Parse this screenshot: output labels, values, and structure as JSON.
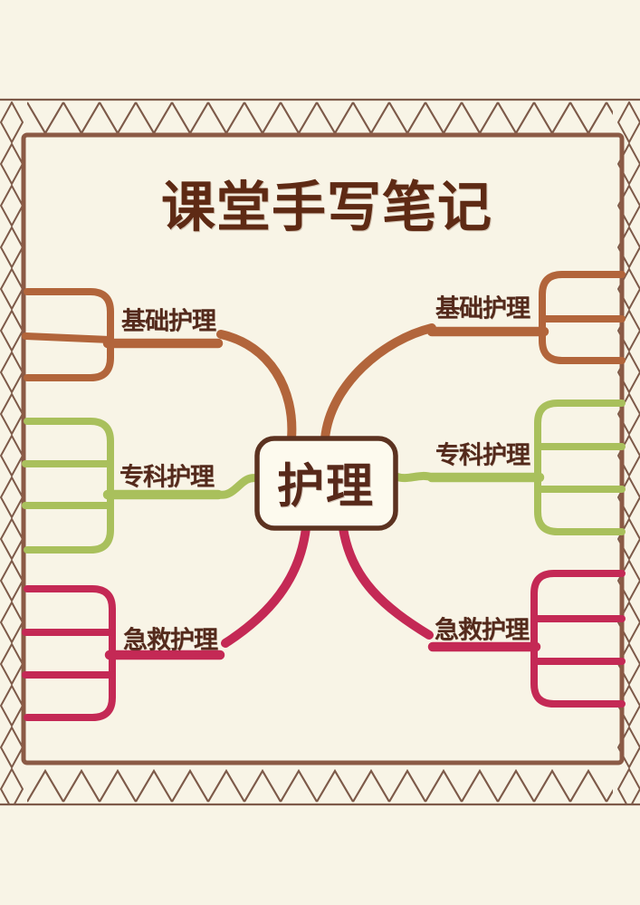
{
  "page": {
    "title": "课堂手写笔记"
  },
  "mindmap": {
    "center": {
      "label": "护理"
    },
    "branches": [
      {
        "id": "basic-left",
        "label": "基础护理",
        "side": "left",
        "color": "#b2653b",
        "sub_branches": 3
      },
      {
        "id": "basic-right",
        "label": "基础护理",
        "side": "right",
        "color": "#b2653b",
        "sub_branches": 3
      },
      {
        "id": "specialty-left",
        "label": "专科护理",
        "side": "left",
        "color": "#a9c05c",
        "sub_branches": 4
      },
      {
        "id": "specialty-right",
        "label": "专科护理",
        "side": "right",
        "color": "#a9c05c",
        "sub_branches": 4
      },
      {
        "id": "emergency-left",
        "label": "急救护理",
        "side": "left",
        "color": "#c42955",
        "sub_branches": 4
      },
      {
        "id": "emergency-right",
        "label": "急救护理",
        "side": "right",
        "color": "#c42955",
        "sub_branches": 4
      }
    ]
  },
  "colors": {
    "background": "#f8f4e6",
    "frame_line": "#7d5a49",
    "frame_inner": "#8b5a45",
    "branch_basic": "#b2653b",
    "branch_specialty": "#a9c05c",
    "branch_emergency": "#c42955",
    "text_dark": "#5a2a18",
    "node_fill": "#fdfaee",
    "node_border": "#5c3220"
  }
}
